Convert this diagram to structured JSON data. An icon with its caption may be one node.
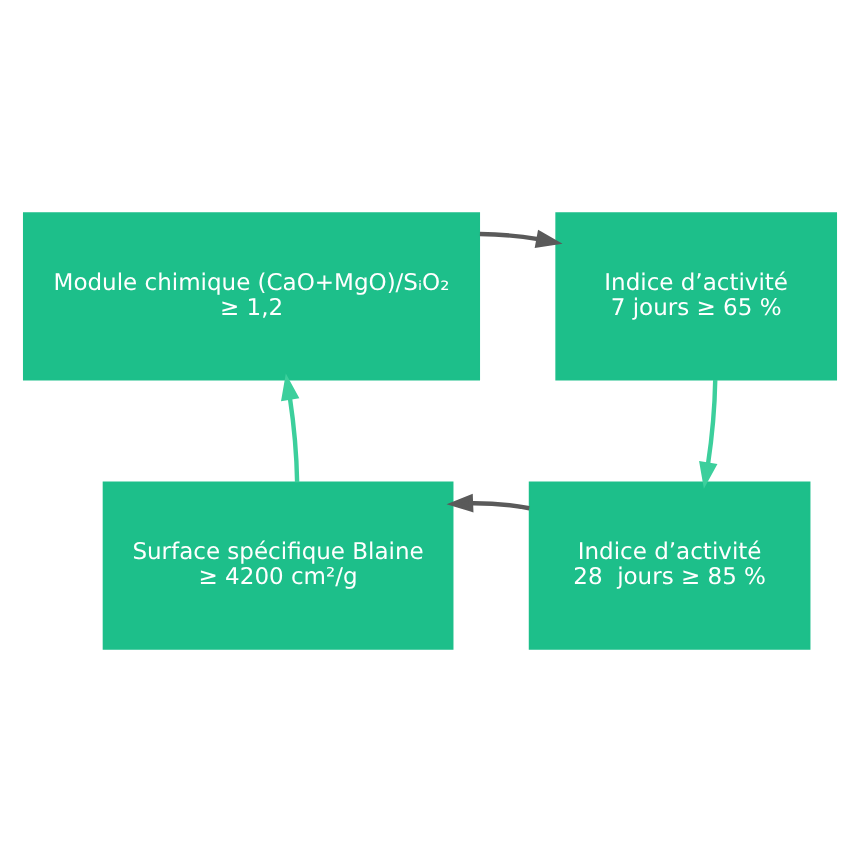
{
  "diagram": {
    "nodes": [
      {
        "text": [
          "Module chimique (CaO+MgO)/SᵢO₂",
          "≥ 1,2"
        ]
      },
      {
        "text": [
          "Indice d’activité",
          "7 jours ≥ 65 %"
        ]
      },
      {
        "text": [
          "Surface spécifique Blaine",
          "≥ 4200 cm²/g"
        ]
      },
      {
        "text": [
          "Indice d’activité",
          "28  jours ≥ 85 %"
        ]
      }
    ],
    "edges": [
      {
        "from": 0,
        "to": 1,
        "arrow": "to",
        "color": "#5a5a5a"
      },
      {
        "from": 1,
        "to": 3,
        "arrow": "to",
        "color": "#3ccf9c"
      },
      {
        "from": 3,
        "to": 2,
        "arrow": "to",
        "color": "#5a5a5a"
      },
      {
        "from": 2,
        "to": 0,
        "arrow": "to",
        "color": "#3ccf9c"
      }
    ]
  }
}
